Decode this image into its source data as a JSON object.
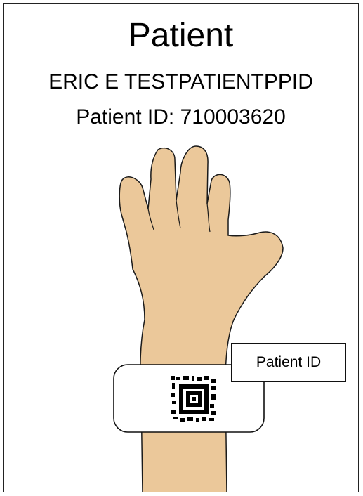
{
  "header": {
    "title": "Patient",
    "patient_name": "ERIC E TESTPATIENTPPID",
    "patient_id_line": "Patient ID: 710003620"
  },
  "wristband": {
    "callout_label": "Patient ID",
    "barcode_icon": "2d-barcode-icon"
  },
  "colors": {
    "skin": "#EBC89A",
    "outline": "#1a1a1a",
    "band_fill": "#ffffff"
  }
}
